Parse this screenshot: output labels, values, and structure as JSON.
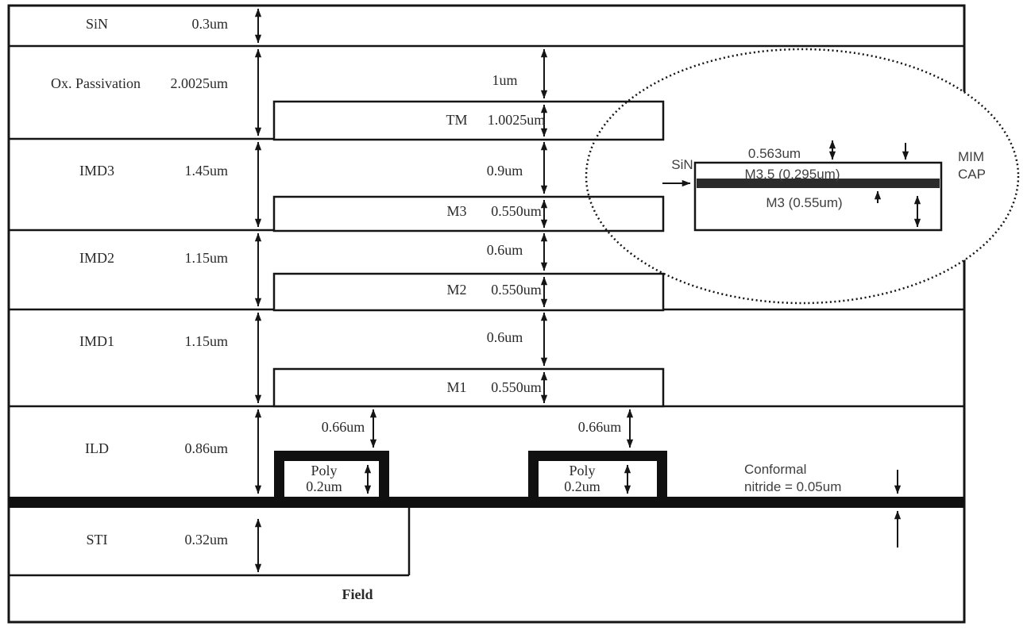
{
  "layers": [
    {
      "name": "SiN",
      "thickness": "0.3um"
    },
    {
      "name": "Ox. Passivation",
      "thickness": "2.0025um"
    },
    {
      "name": "IMD3",
      "thickness": "1.45um"
    },
    {
      "name": "IMD2",
      "thickness": "1.15um"
    },
    {
      "name": "IMD1",
      "thickness": "1.15um"
    },
    {
      "name": "ILD",
      "thickness": "0.86um"
    },
    {
      "name": "STI",
      "thickness": "0.32um"
    }
  ],
  "field_label": "Field",
  "metals": [
    {
      "name": "TM",
      "thickness": "1.0025um",
      "gap_above": "1um"
    },
    {
      "name": "M3",
      "thickness": "0.550um",
      "gap_above": "0.9um"
    },
    {
      "name": "M2",
      "thickness": "0.550um",
      "gap_above": "0.6um"
    },
    {
      "name": "M1",
      "thickness": "0.550um",
      "gap_above": "0.6um"
    }
  ],
  "gates": [
    {
      "height_label": "0.66um",
      "poly_line1": "Poly",
      "poly_line2": "0.2um"
    },
    {
      "height_label": "0.66um",
      "poly_line1": "Poly",
      "poly_line2": "0.2um"
    }
  ],
  "nitride_note": {
    "line1": "Conformal",
    "line2": "nitride = 0.05um"
  },
  "mim_inset": {
    "sin_label": "SiN",
    "top_dim": "0.563um",
    "plate_label": "M3.5 (0.295um)",
    "bottom_label": "M3 (0.55um)",
    "callout_line1": "MIM",
    "callout_line2": "CAP"
  },
  "colors": {
    "ink": "#151515",
    "plate_bar": "#2b2b2b"
  }
}
